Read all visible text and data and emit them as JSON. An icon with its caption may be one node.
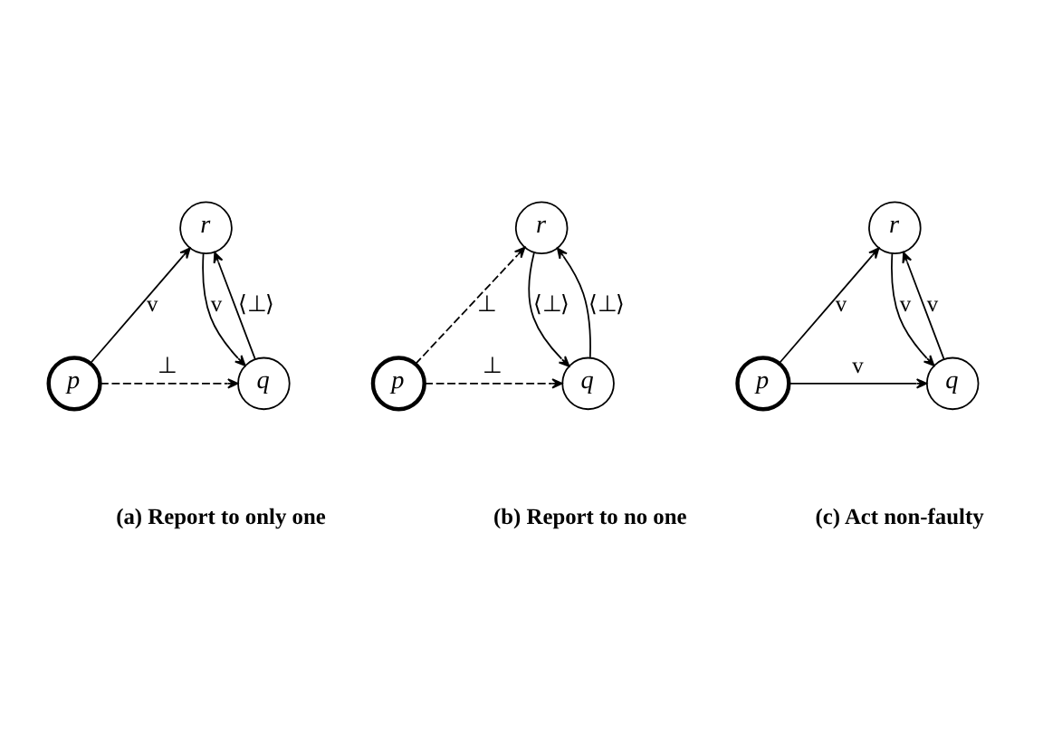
{
  "diagram": {
    "nodes": [
      {
        "text": [
          "p"
        ]
      },
      {
        "text": [
          "r"
        ]
      },
      {
        "text": [
          "q"
        ]
      },
      {
        "text": [
          "p"
        ]
      },
      {
        "text": [
          "r"
        ]
      },
      {
        "text": [
          "q"
        ]
      },
      {
        "text": [
          "p"
        ]
      },
      {
        "text": [
          "r"
        ]
      },
      {
        "text": [
          "q"
        ]
      }
    ],
    "edges": [
      {
        "from": 0,
        "to": 1,
        "arrow": "to",
        "label": "v"
      },
      {
        "from": 0,
        "to": 2,
        "arrow": "to",
        "label": "⊥",
        "style": "dashed"
      },
      {
        "from": 1,
        "to": 2,
        "arrow": "to",
        "label": "v"
      },
      {
        "from": 2,
        "to": 1,
        "arrow": "to",
        "label": "⟨⊥⟩"
      },
      {
        "from": 3,
        "to": 4,
        "arrow": "to",
        "label": "⊥",
        "style": "dashed"
      },
      {
        "from": 3,
        "to": 5,
        "arrow": "to",
        "label": "⊥",
        "style": "dashed"
      },
      {
        "from": 4,
        "to": 5,
        "arrow": "to",
        "label": "⟨⊥⟩"
      },
      {
        "from": 5,
        "to": 4,
        "arrow": "to",
        "label": "⟨⊥⟩"
      },
      {
        "from": 6,
        "to": 7,
        "arrow": "to",
        "label": "v"
      },
      {
        "from": 6,
        "to": 8,
        "arrow": "to",
        "label": "v"
      },
      {
        "from": 7,
        "to": 8,
        "arrow": "to",
        "label": "v"
      },
      {
        "from": 8,
        "to": 7,
        "arrow": "to",
        "label": "v"
      }
    ],
    "labels": [
      "(a) Report to only one",
      "(b) Report to no one",
      "(c) Act non-faulty"
    ]
  }
}
